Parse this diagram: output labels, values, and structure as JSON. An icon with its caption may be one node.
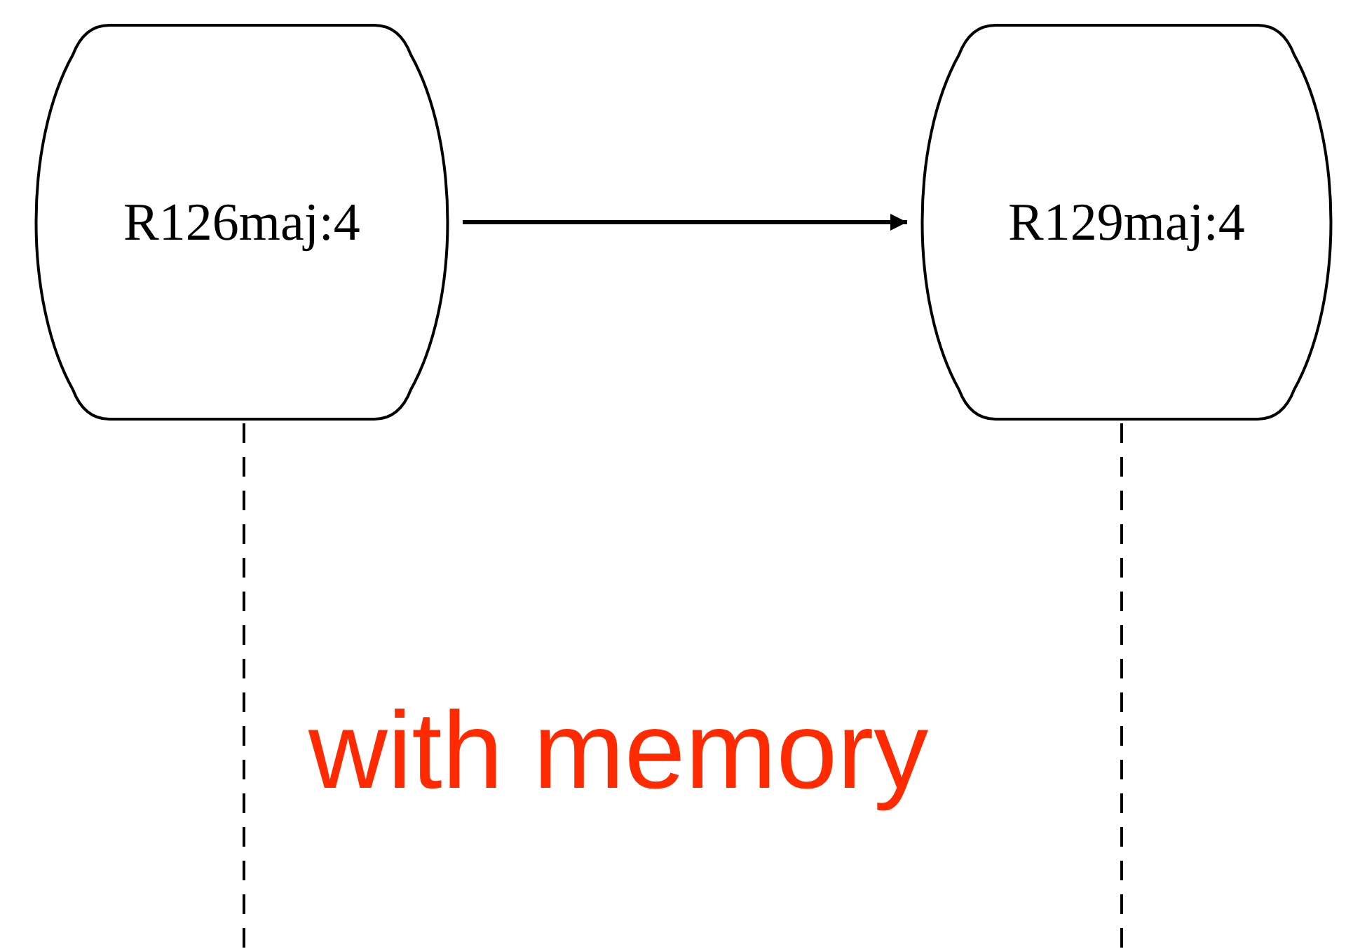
{
  "diagram": {
    "nodes": [
      {
        "text": [
          "R126maj:4"
        ]
      },
      {
        "text": [
          "R129maj:4"
        ]
      }
    ],
    "edges": [
      {
        "from": 0,
        "to": 1,
        "arrow": "to"
      },
      {
        "from": 0,
        "to": null,
        "arrow": "none",
        "style": "dashed"
      },
      {
        "from": 1,
        "to": null,
        "arrow": "none",
        "style": "dashed"
      }
    ],
    "labels": [
      "with memory"
    ]
  }
}
